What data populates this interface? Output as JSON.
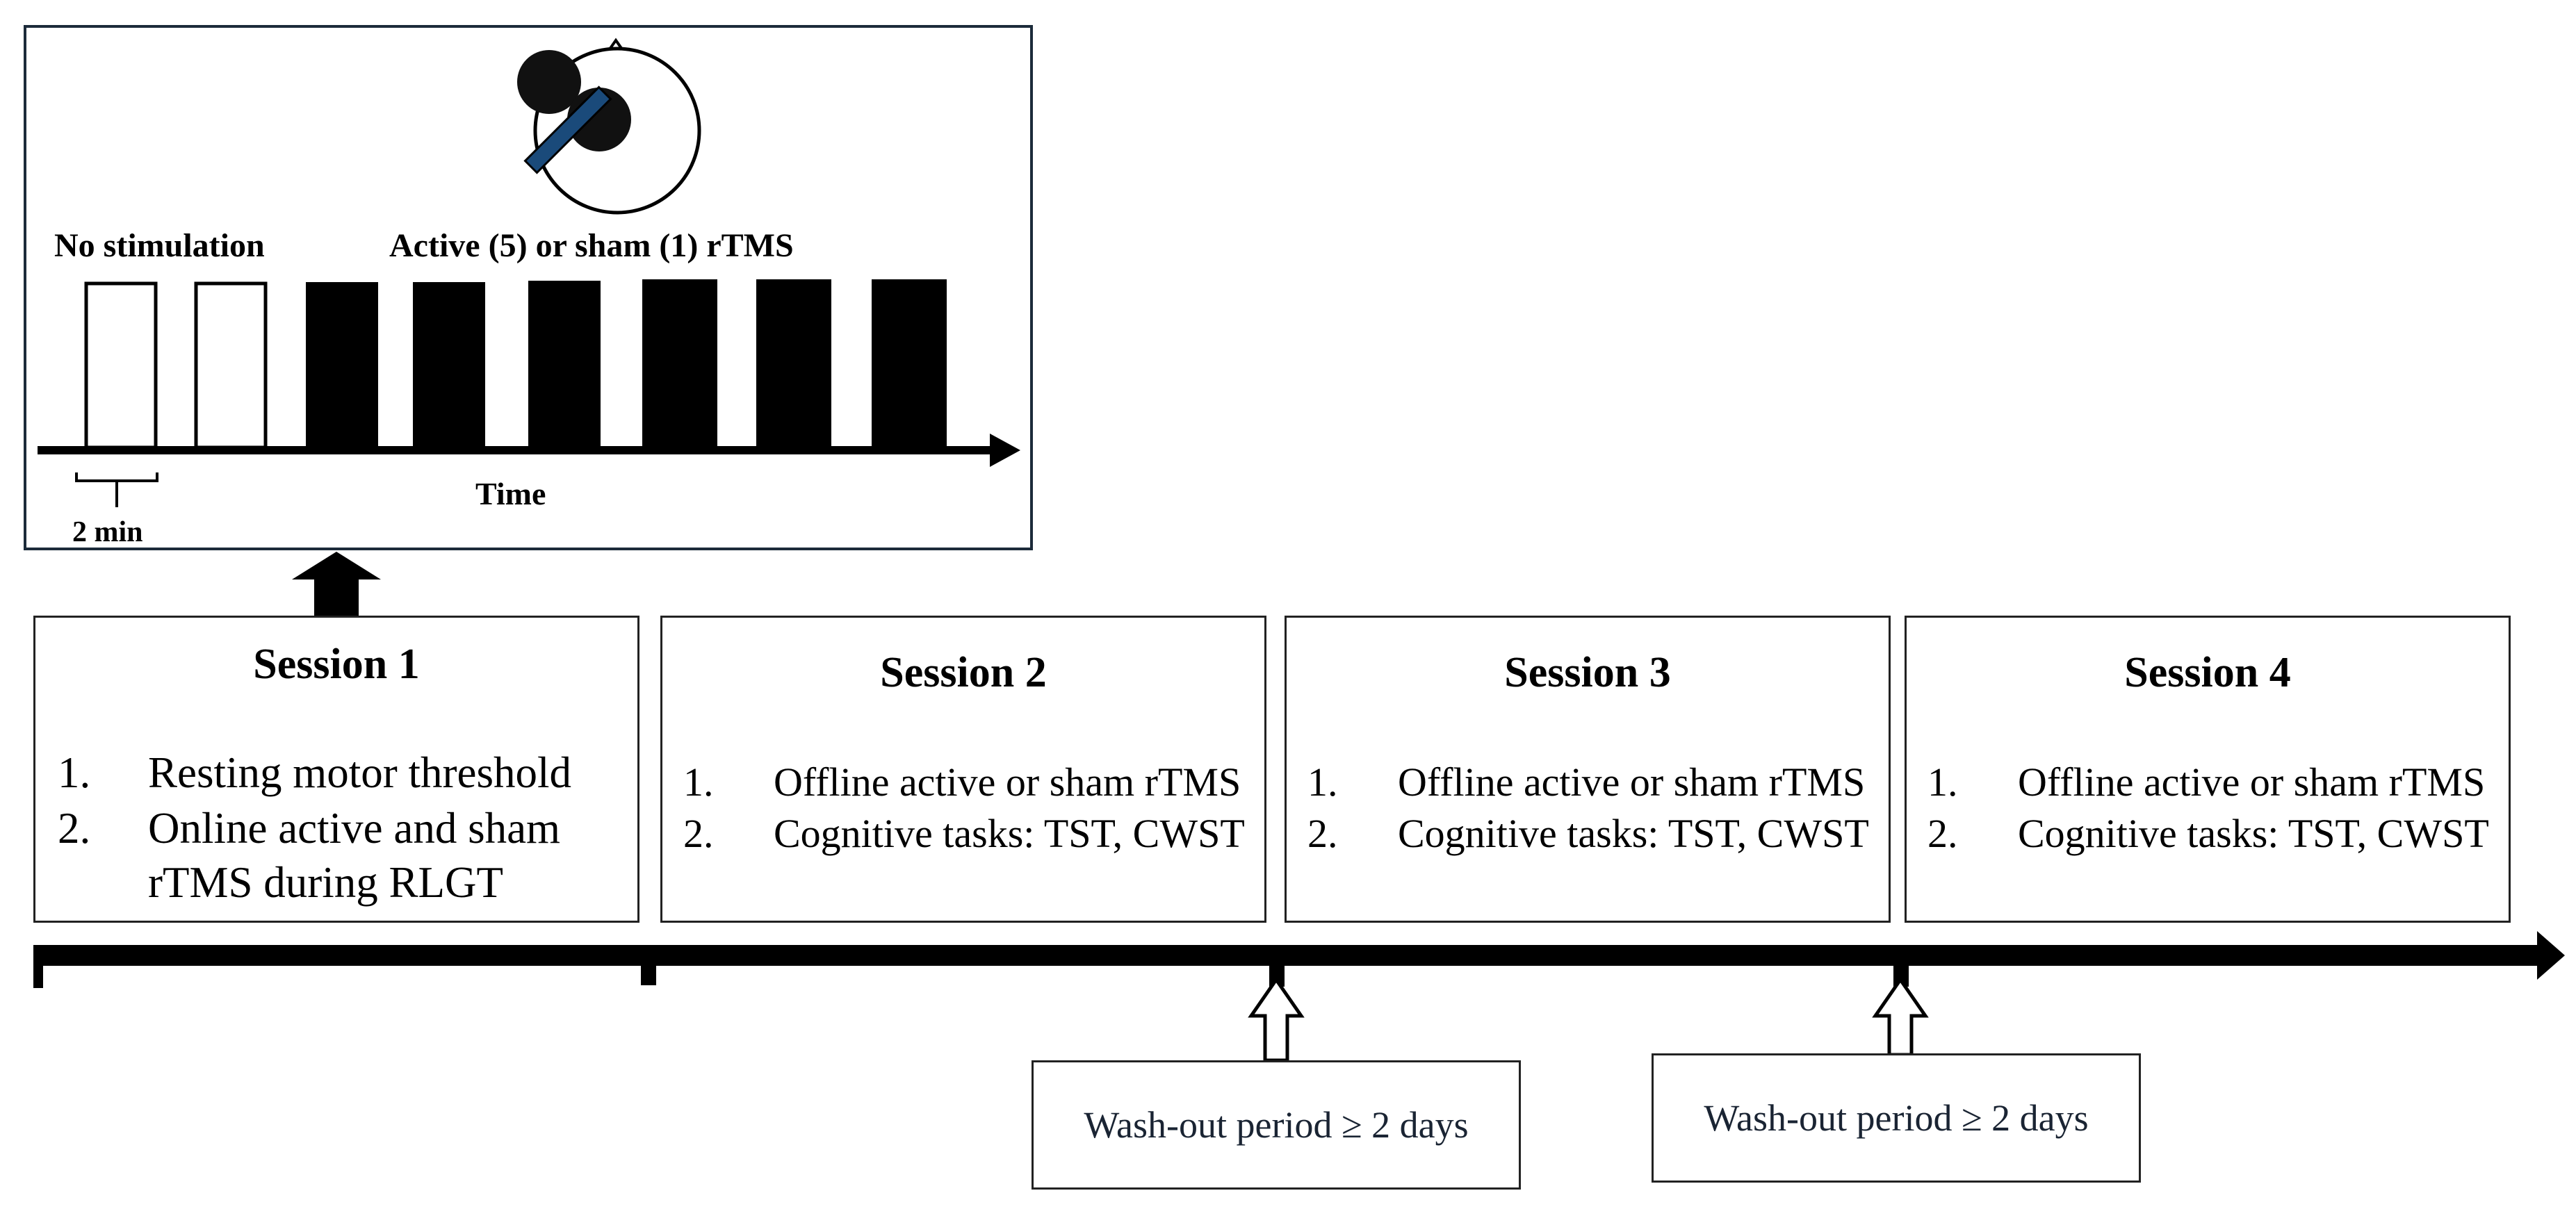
{
  "inset": {
    "no_stimulation_label": "No stimulation",
    "active_label": "Active (5) or sham (1) rTMS",
    "time_label": "Time",
    "interval_label": "2 min",
    "block_counts": {
      "no_stimulation": 2,
      "stimulation": 6
    }
  },
  "sessions": [
    {
      "title": "Session 1",
      "items": [
        "Resting motor threshold",
        "Online active and sham",
        "rTMS during RLGT"
      ]
    },
    {
      "title": "Session 2",
      "items": [
        "Offline active or sham rTMS",
        "Cognitive tasks: TST, CWST"
      ]
    },
    {
      "title": "Session 3",
      "items": [
        "Offline active or sham rTMS",
        "Cognitive tasks: TST, CWST"
      ]
    },
    {
      "title": "Session 4",
      "items": [
        "Offline active or sham rTMS",
        "Cognitive tasks: TST, CWST"
      ]
    }
  ],
  "numbers": [
    "1.",
    "2."
  ],
  "washout": [
    {
      "label": "Wash-out period ≥ 2 days"
    },
    {
      "label": "Wash-out period ≥ 2 days"
    }
  ],
  "colors": {
    "border_dark": "#1c2b3a",
    "line": "#000000",
    "block_fill": "#000000",
    "text_washout": "#1a2433"
  },
  "icons": {
    "head": "head-with-tms-coil-icon"
  }
}
